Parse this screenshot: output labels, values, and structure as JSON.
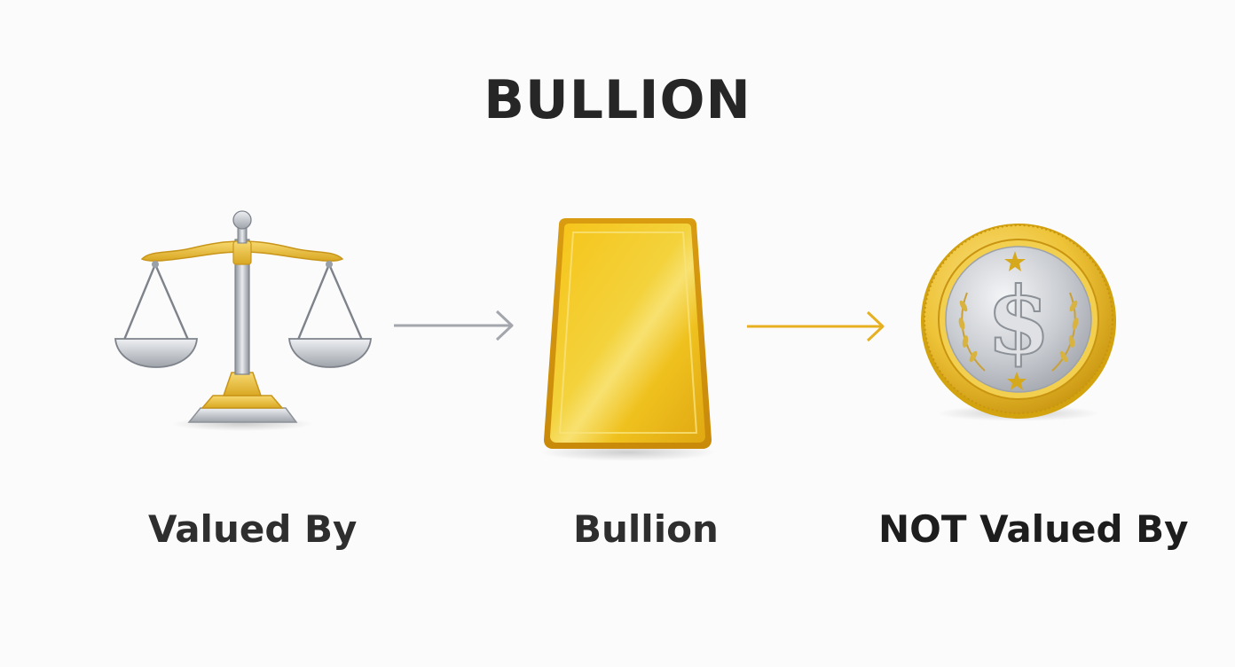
{
  "title": "BULLION",
  "labels": {
    "left": "Valued By",
    "center": "Bullion",
    "right": "NOT Valued By"
  },
  "icons": {
    "left": "balance-scale-icon",
    "center": "gold-bar-icon",
    "right": "silver-dollar-coin-icon"
  },
  "coin_symbol": "$",
  "colors": {
    "gold": "#e8b51c",
    "silver": "#b9bcc1",
    "arrow_left": "#a3a6ad",
    "arrow_right": "#e6b020",
    "text": "#2b2b2b",
    "background": "#fbfbfb"
  }
}
